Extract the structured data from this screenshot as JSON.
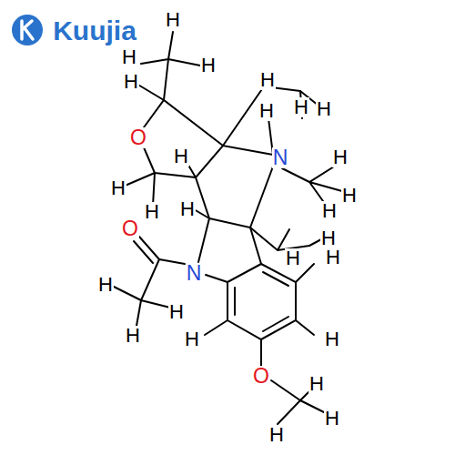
{
  "diagram": {
    "labels": [
      "Kuujia",
      "O",
      "O",
      "N",
      "N",
      "O",
      "H",
      "H",
      "H",
      "H",
      "H",
      "H",
      "H",
      "H",
      "H",
      "H",
      "H",
      "H",
      "H",
      "H",
      "H",
      "H",
      "H",
      "H",
      "H",
      "H",
      "H",
      "H",
      "H",
      "H",
      "H",
      "H"
    ]
  }
}
